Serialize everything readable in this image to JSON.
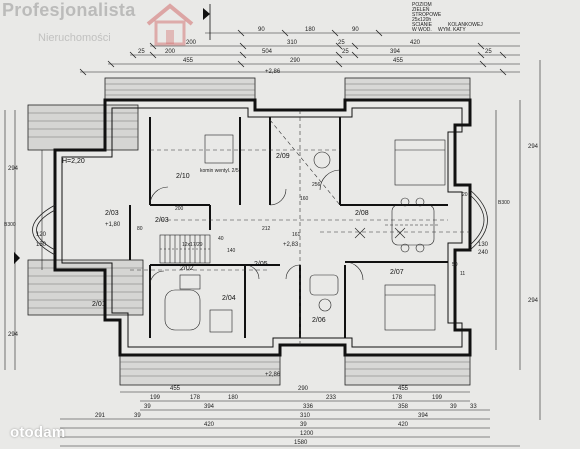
{
  "watermark": {
    "brand_line1": "Profesjonalista",
    "brand_line2": "Nieruchomości",
    "bottom_brand": "otodam"
  },
  "plan": {
    "top_dims_row1": [
      "90",
      "180",
      "90"
    ],
    "top_dims_row2": [
      "200",
      "310",
      "25",
      "420"
    ],
    "top_dims_row3": [
      "25",
      "200",
      "504",
      "25",
      "394",
      "25"
    ],
    "top_dims_row4": [
      "455",
      "290",
      "455"
    ],
    "bottom_dims_row1": [
      "455",
      "290",
      "455"
    ],
    "bottom_dims_row2": [
      "199",
      "178",
      "180",
      "233",
      "178",
      "199"
    ],
    "bottom_dims_row3": [
      "39",
      "394",
      "336",
      "358",
      "39",
      "33"
    ],
    "bottom_dims_row4": [
      "291",
      "39",
      "310",
      "394"
    ],
    "bottom_dims_row5": [
      "420",
      "39",
      "420"
    ],
    "bottom_dims_row6": [
      "1200",
      "1580"
    ],
    "rooms": [
      {
        "id": "2/10",
        "label": "2/10"
      },
      {
        "id": "2/09",
        "label": "2/09"
      },
      {
        "id": "2/03",
        "label": "2/03"
      },
      {
        "id": "2/03b",
        "label": "2/03"
      },
      {
        "id": "2/04",
        "label": "2/04"
      },
      {
        "id": "2/05",
        "label": "2/05"
      },
      {
        "id": "2/06",
        "label": "2/06"
      },
      {
        "id": "2/07",
        "label": "2/07"
      },
      {
        "id": "2/08",
        "label": "2/08"
      },
      {
        "id": "2/01",
        "label": "2/01"
      },
      {
        "id": "2/02",
        "label": "2/02"
      }
    ],
    "annotations": {
      "height_note": "H=2,20",
      "level_top": "+2,86",
      "level_bottom": "+2,86",
      "level_mid": "+2,83",
      "left_level": "+1,80",
      "chimney_note": "komin wentyl. 2/5",
      "stair_note": "12x17/29",
      "left_dim_294": "294",
      "right_dim_294": "294",
      "left_b300": "B300",
      "right_b300": "B300",
      "left_120": "120",
      "left_150": "150",
      "right_130": "130",
      "right_240": "240",
      "dims_misc": [
        "200",
        "80",
        "40",
        "140",
        "212",
        "161",
        "256",
        "160",
        "50",
        "20",
        "11"
      ]
    },
    "top_right_note": [
      "POZIOM",
      "ZIELEŃ",
      "STROPOWE",
      "25x120h",
      "SCIANIE",
      "KOLANKOWEJ",
      "W WOD.",
      "WYM. KATY"
    ]
  }
}
